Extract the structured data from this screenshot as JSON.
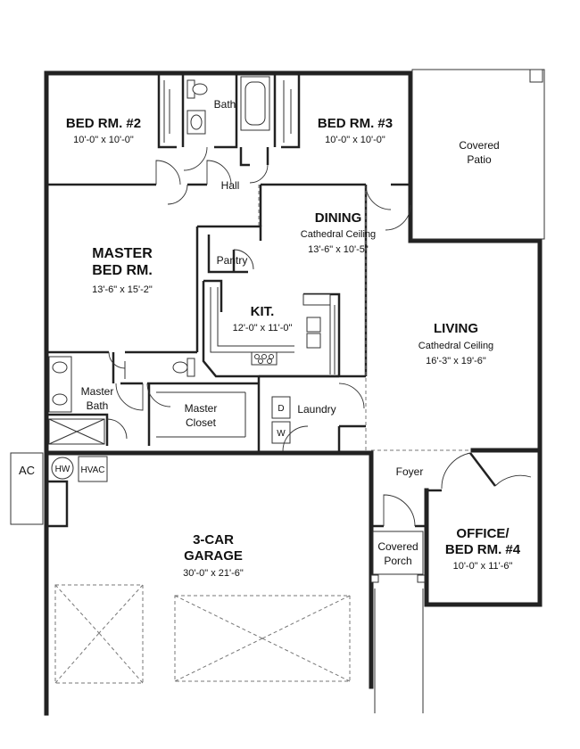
{
  "rooms": {
    "bed2": {
      "name": "BED RM. #2",
      "dim": "10'-0\" x 10'-0\""
    },
    "bath": {
      "name": "Bath"
    },
    "bed3": {
      "name": "BED RM. #3",
      "dim": "10'-0\" x 10'-0\""
    },
    "patio": {
      "line1": "Covered",
      "line2": "Patio"
    },
    "hall": {
      "name": "Hall"
    },
    "master": {
      "line1": "MASTER",
      "line2": "BED RM.",
      "dim": "13'-6\" x 15'-2\""
    },
    "dining": {
      "name": "DINING",
      "note": "Cathedral Ceiling",
      "dim": "13'-6\" x 10'-5\""
    },
    "pantry": {
      "name": "Pantry"
    },
    "kitchen": {
      "name": "KIT.",
      "dim": "12'-0\" x 11'-0\""
    },
    "living": {
      "name": "LIVING",
      "note": "Cathedral Ceiling",
      "dim": "16'-3\" x 19'-6\""
    },
    "master_bath": {
      "line1": "Master",
      "line2": "Bath"
    },
    "master_closet": {
      "line1": "Master",
      "line2": "Closet"
    },
    "laundry": {
      "name": "Laundry",
      "washer": "W",
      "dryer": "D"
    },
    "foyer": {
      "name": "Foyer"
    },
    "office": {
      "line1": "OFFICE/",
      "line2": "BED RM. #4",
      "dim": "10'-0\" x 11'-6\""
    },
    "porch": {
      "line1": "Covered",
      "line2": "Porch"
    },
    "garage": {
      "line1": "3-CAR",
      "line2": "GARAGE",
      "dim": "30'-0\" x 21'-6\""
    }
  },
  "equipment": {
    "ac": "AC",
    "hw": "HW",
    "hvac": "HVAC"
  }
}
